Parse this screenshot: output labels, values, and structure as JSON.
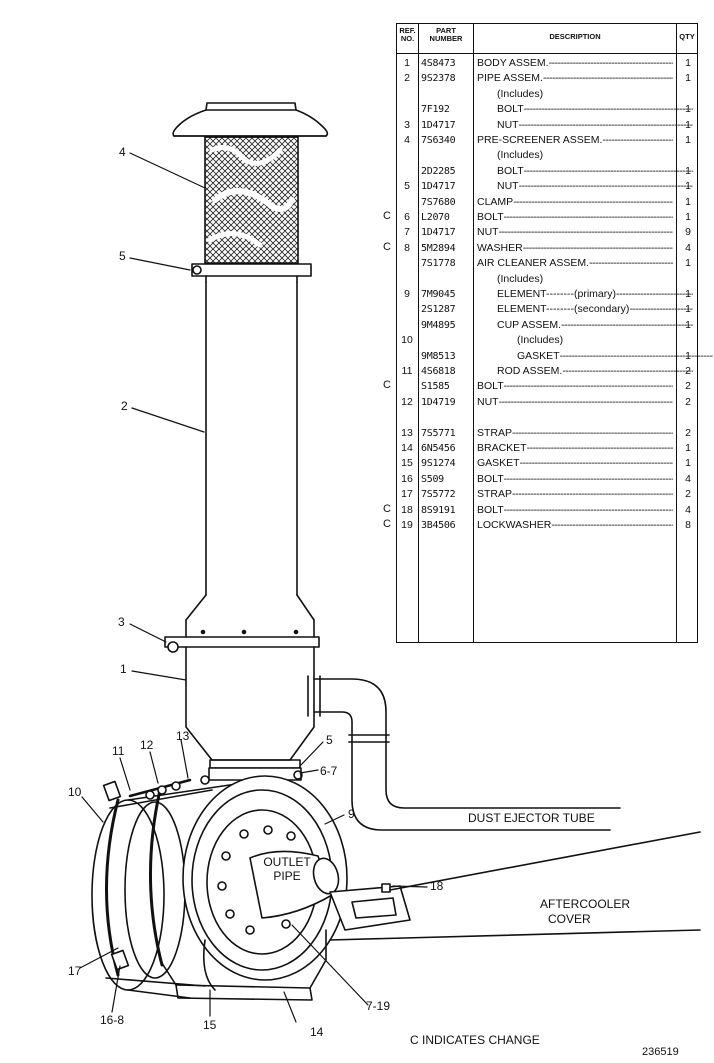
{
  "table": {
    "headers": {
      "ref": "REF. NO.",
      "part": "PART NUMBER",
      "description": "DESCRIPTION",
      "qty": "QTY"
    },
    "rows": [
      {
        "ref": "1",
        "part": "4S8473",
        "description": "BODY ASSEM.",
        "qty": "1",
        "indent": 0,
        "leader": true
      },
      {
        "ref": "2",
        "part": "9S2378",
        "description": "PIPE ASSEM.",
        "qty": "1",
        "indent": 0,
        "leader": true
      },
      {
        "ref": "",
        "part": "",
        "description": "(Includes)",
        "qty": "",
        "indent": 2,
        "leader": false
      },
      {
        "ref": "",
        "part": "7F192",
        "description": "BOLT",
        "qty": "1",
        "indent": 2,
        "leader": true
      },
      {
        "ref": "3",
        "part": "1D4717",
        "description": "NUT",
        "qty": "1",
        "indent": 2,
        "leader": true
      },
      {
        "ref": "4",
        "part": "7S6340",
        "description": "PRE-SCREENER ASSEM.",
        "qty": "1",
        "indent": 0,
        "leader": true
      },
      {
        "ref": "",
        "part": "",
        "description": "(Includes)",
        "qty": "",
        "indent": 2,
        "leader": false
      },
      {
        "ref": "",
        "part": "2D2285",
        "description": "BOLT",
        "qty": "1",
        "indent": 2,
        "leader": true
      },
      {
        "ref": "5",
        "part": "1D4717",
        "description": "NUT",
        "qty": "1",
        "indent": 2,
        "leader": true
      },
      {
        "ref": "",
        "part": "7S7680",
        "description": "CLAMP",
        "qty": "1",
        "indent": 0,
        "leader": true
      },
      {
        "ref": "6",
        "part": "L2070",
        "description": "BOLT",
        "qty": "1",
        "indent": 0,
        "leader": true,
        "c": "C"
      },
      {
        "ref": "7",
        "part": "1D4717",
        "description": "NUT",
        "qty": "9",
        "indent": 0,
        "leader": true
      },
      {
        "ref": "8",
        "part": "5M2894",
        "description": "WASHER",
        "qty": "4",
        "indent": 0,
        "leader": true,
        "c": "C"
      },
      {
        "ref": "",
        "part": "7S1778",
        "description": "AIR CLEANER ASSEM.",
        "qty": "1",
        "indent": 0,
        "leader": true
      },
      {
        "ref": "",
        "part": "",
        "description": "(Includes)",
        "qty": "",
        "indent": 2,
        "leader": false
      },
      {
        "ref": "9",
        "part": "7M9045",
        "description": "ELEMENT--------(primary)",
        "qty": "1",
        "indent": 2,
        "leader": true
      },
      {
        "ref": "",
        "part": "2S1287",
        "description": "ELEMENT--------(secondary)",
        "qty": "1",
        "indent": 2,
        "leader": true
      },
      {
        "ref": "",
        "part": "9M4895",
        "description": "CUP ASSEM.",
        "qty": "1",
        "indent": 2,
        "leader": true
      },
      {
        "ref": "10",
        "part": "",
        "description": "(Includes)",
        "qty": "",
        "indent": 4,
        "leader": false
      },
      {
        "ref": "",
        "part": "9M8513",
        "description": "GASKET",
        "qty": "1",
        "indent": 4,
        "leader": true
      },
      {
        "ref": "11",
        "part": "4S6818",
        "description": "ROD ASSEM.",
        "qty": "2",
        "indent": 2,
        "leader": true
      },
      {
        "ref": "",
        "part": "S1585",
        "description": "BOLT",
        "qty": "2",
        "indent": 0,
        "leader": true,
        "c": "C"
      },
      {
        "ref": "12",
        "part": "1D4719",
        "description": "NUT",
        "qty": "2",
        "indent": 0,
        "leader": true
      },
      {
        "ref": "",
        "part": "",
        "description": "",
        "qty": "",
        "indent": 0,
        "leader": false
      },
      {
        "ref": "13",
        "part": "7S5771",
        "description": "STRAP",
        "qty": "2",
        "indent": 0,
        "leader": true
      },
      {
        "ref": "14",
        "part": "6N5456",
        "description": "BRACKET",
        "qty": "1",
        "indent": 0,
        "leader": true
      },
      {
        "ref": "15",
        "part": "9S1274",
        "description": "GASKET",
        "qty": "1",
        "indent": 0,
        "leader": true
      },
      {
        "ref": "16",
        "part": "S509",
        "description": "BOLT",
        "qty": "4",
        "indent": 0,
        "leader": true
      },
      {
        "ref": "17",
        "part": "7S5772",
        "description": "STRAP",
        "qty": "2",
        "indent": 0,
        "leader": true
      },
      {
        "ref": "18",
        "part": "8S9191",
        "description": "BOLT",
        "qty": "4",
        "indent": 0,
        "leader": true,
        "c": "C"
      },
      {
        "ref": "19",
        "part": "3B4506",
        "description": "LOCKWASHER",
        "qty": "8",
        "indent": 0,
        "leader": true,
        "c": "C"
      }
    ]
  },
  "callouts": {
    "c1": "1",
    "c2": "2",
    "c3": "3",
    "c4": "4",
    "c5_top": "5",
    "c5_low": "5",
    "c6_7": "6-7",
    "c9": "9",
    "c10": "10",
    "c11": "11",
    "c12": "12",
    "c13": "13",
    "c14": "14",
    "c15": "15",
    "c16_8": "16-8",
    "c17": "17",
    "c18": "18",
    "c7_19": "7-19"
  },
  "labels": {
    "dust_ejector": "DUST EJECTOR TUBE",
    "outlet_pipe_1": "OUTLET",
    "outlet_pipe_2": "PIPE",
    "aftercooler_1": "AFTERCOOLER",
    "aftercooler_2": "COVER",
    "change_note": "C INDICATES CHANGE",
    "figure_number": "236519"
  }
}
